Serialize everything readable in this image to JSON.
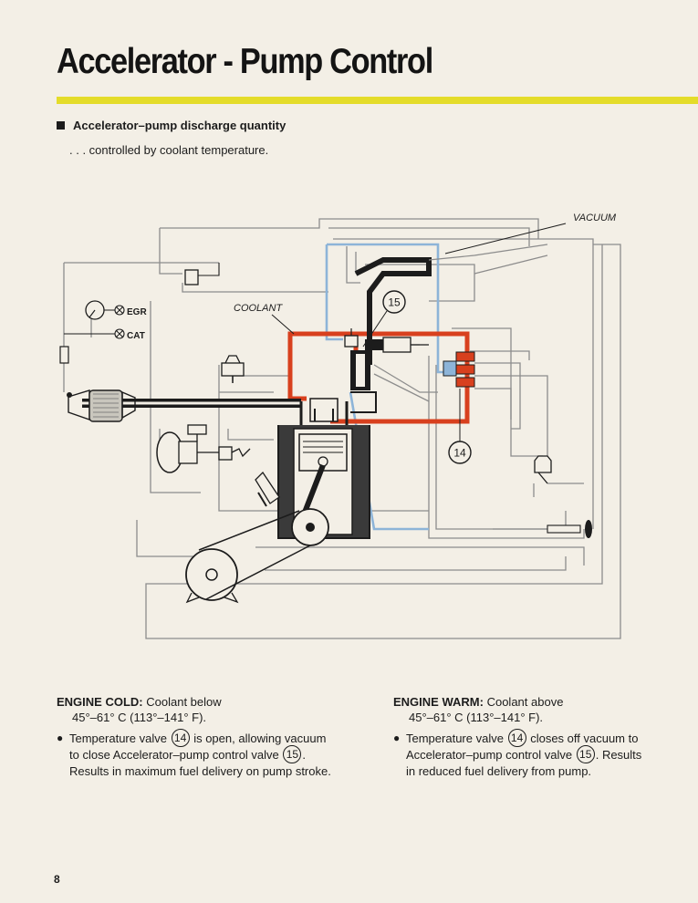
{
  "page": {
    "title": "Accelerator - Pump Control",
    "subheading": "Accelerator–pump discharge quantity",
    "subnote": ". . . controlled by coolant temperature.",
    "page_number": "8"
  },
  "diagram": {
    "labels": {
      "vacuum": "VACUUM",
      "coolant": "COOLANT",
      "egr": "EGR",
      "cat": "CAT"
    },
    "callouts": {
      "valve_15": "15",
      "valve_14": "14"
    },
    "colors": {
      "coolant_line": "#d8401e",
      "vacuum_line": "#8db4d8",
      "line": "#8c8c8c",
      "ink": "#1c1c1c"
    }
  },
  "cold": {
    "heading": "ENGINE COLD:",
    "heading_rest": "Coolant below",
    "range": "45°–61° C (113°–141° F).",
    "b1_pre": "Temperature valve",
    "b1_num": "14",
    "b1_post": "is open, allowing vacuum",
    "b2_pre": "to close Accelerator–pump control valve",
    "b2_num": "15",
    "b2_post": ".",
    "b3": "Results in maximum fuel delivery on pump stroke."
  },
  "warm": {
    "heading": "ENGINE WARM:",
    "heading_rest": "Coolant above",
    "range": "45°–61° C (113°–141° F).",
    "b1_pre": "Temperature valve",
    "b1_num": "14",
    "b1_post": "closes off vacuum to",
    "b2_pre": "Accelerator–pump control valve",
    "b2_num": "15",
    "b2_post": ". Results",
    "b3": "in reduced fuel delivery from pump."
  }
}
